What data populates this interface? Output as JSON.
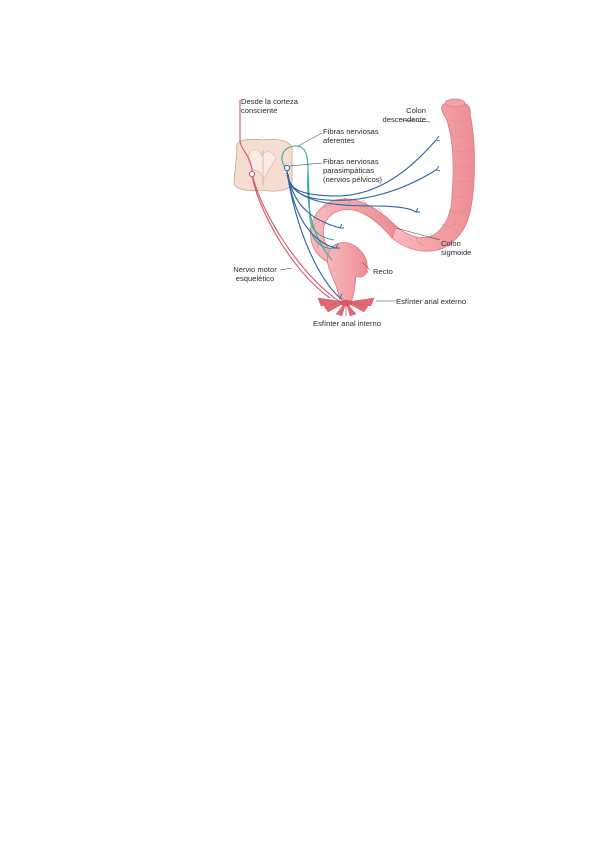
{
  "labels": {
    "cortex": [
      "Desde la corteza",
      "consciente"
    ],
    "afferent": [
      "Fibras nerviosas",
      "aferentes"
    ],
    "parasympathetic": [
      "Fibras nerviosas",
      "parasimpáticas",
      "(nervios pélvicos)"
    ],
    "descending_colon": [
      "Colon",
      "descendente"
    ],
    "sigmoid_colon": [
      "Colon",
      "sigmoide"
    ],
    "skeletal_motor_nerve": [
      "Nervio motor",
      "esquelético"
    ],
    "rectum": "Recto",
    "external_sphincter": "Esfínter anal externo",
    "internal_sphincter": "Esfínter anal interno"
  },
  "colors": {
    "motor_nerve": "#d4556a",
    "afferent_fiber": "#2fae96",
    "parasympathetic_fiber": "#2b64a6",
    "colon_fill": "#f5a3a8",
    "colon_stroke": "#d97a82",
    "spinal_cord": "#f6ddd2",
    "sphincter": "#e26870"
  }
}
